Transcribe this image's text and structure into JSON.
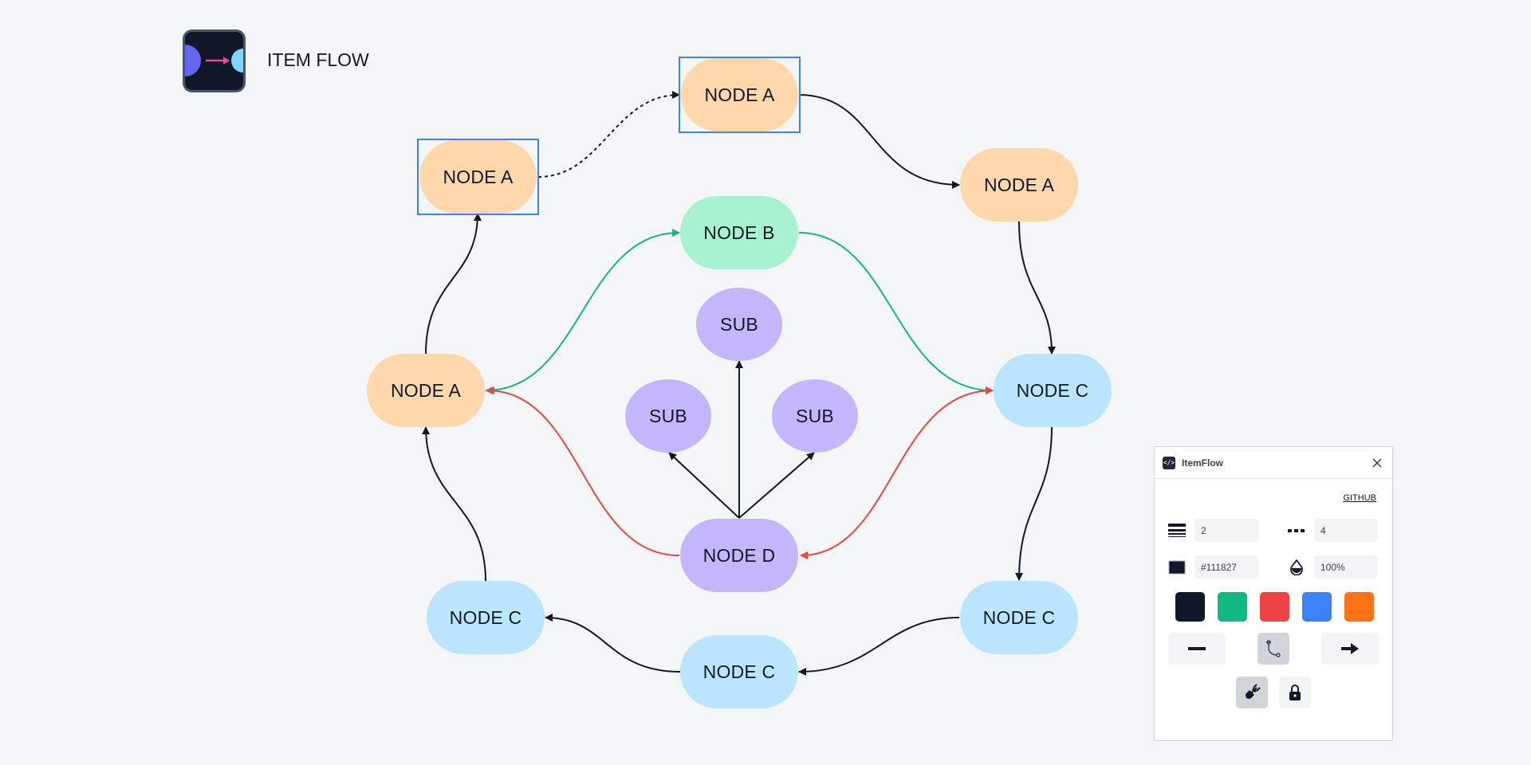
{
  "app": {
    "title": "ITEM FLOW"
  },
  "nodes": {
    "a_left": "NODE A",
    "a_upper": "NODE A",
    "a_top": "NODE A",
    "a_right": "NODE A",
    "b": "NODE B",
    "c_right": "NODE C",
    "c_bottom_right": "NODE C",
    "c_bottom": "NODE C",
    "c_bottom_left": "NODE C",
    "d": "NODE D",
    "sub_top": "SUB",
    "sub_left": "SUB",
    "sub_right": "SUB"
  },
  "panel": {
    "title": "ItemFlow",
    "github_label": "GITHUB",
    "stroke_width": "2",
    "dash": "4",
    "color": "#111827",
    "opacity": "100%",
    "swatches": [
      "#111827",
      "#10b981",
      "#ef4444",
      "#3b82f6",
      "#f97316"
    ]
  },
  "colors": {
    "orange_node": "#fed7aa",
    "green_node": "#a7f3d0",
    "blue_node": "#bae6fd",
    "purple_node": "#c4b5fd",
    "selection": "#3b82f6",
    "green_edge": "#10b981",
    "red_edge": "#ef4444"
  }
}
